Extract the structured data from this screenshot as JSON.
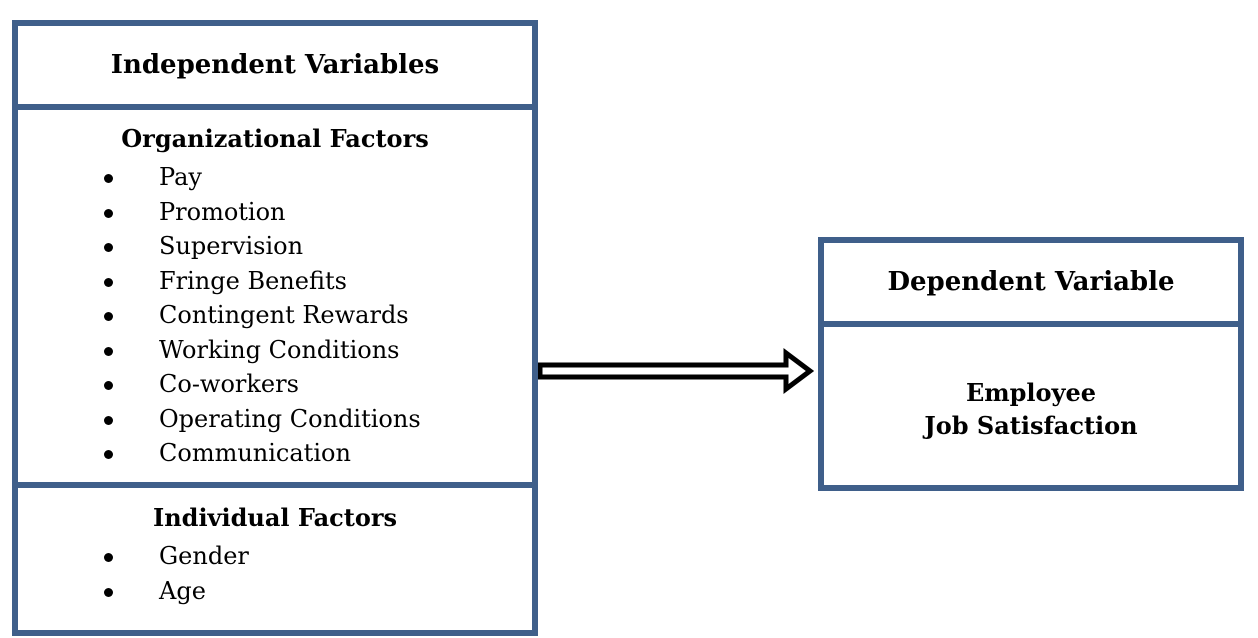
{
  "independent": {
    "title": "Independent Variables",
    "organizational": {
      "title": "Organizational Factors",
      "items": [
        "Pay",
        "Promotion",
        "Supervision",
        "Fringe Benefits",
        "Contingent Rewards",
        "Working Conditions",
        "Co-workers",
        "Operating Conditions",
        "Communication"
      ]
    },
    "individual": {
      "title": "Individual Factors",
      "items": [
        "Gender",
        "Age"
      ]
    }
  },
  "dependent": {
    "title": "Dependent Variable",
    "line1": "Employee",
    "line2": "Job Satisfaction"
  },
  "colors": {
    "border": "#3f5f8a",
    "arrow": "#000000"
  }
}
